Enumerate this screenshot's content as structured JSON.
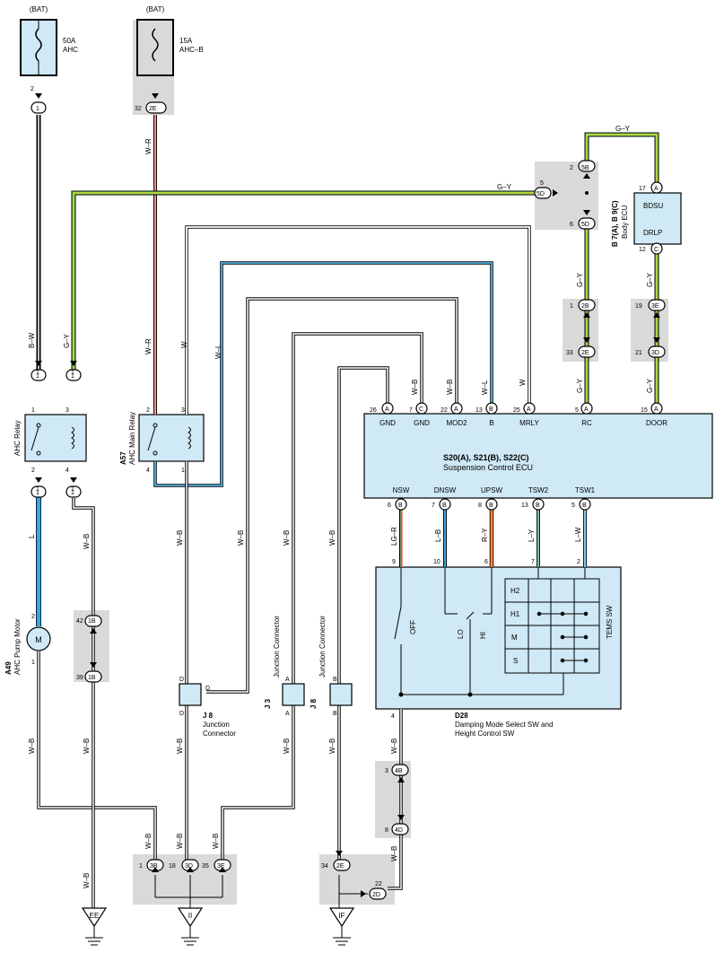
{
  "fuses": {
    "bat1": "(BAT)",
    "f1_rating": "50A",
    "f1_name": "AHC",
    "bat2": "(BAT)",
    "f2_rating": "15A",
    "f2_name": "AHC–B"
  },
  "pins": {
    "p2": "2",
    "p1": "1",
    "p32": "32",
    "c2E": "2E",
    "p3": "3",
    "p4": "4",
    "p5": "5",
    "p6": "6",
    "p7": "7",
    "p8": "8",
    "p9": "9",
    "p10": "10",
    "p12": "12",
    "p13": "13",
    "p15": "15",
    "p17": "17",
    "p18": "18",
    "p19": "19",
    "p21": "21",
    "p22": "22",
    "p25": "25",
    "p26": "26",
    "p33": "33",
    "p34": "34",
    "p35": "35",
    "p39": "39",
    "p42": "42",
    "cA": "A",
    "cB": "B",
    "cC": "C",
    "cD": "D",
    "c5B": "5B",
    "c5D": "5D",
    "c2B": "2B",
    "c3E": "3E",
    "c3D": "3D",
    "c1B": "1B",
    "c3B": "3B",
    "c4B": "4B",
    "c4D": "4D",
    "c2D": "2D",
    "c1": "1"
  },
  "wires": {
    "WR": "W–R",
    "GY": "G–Y",
    "BW": "B–W",
    "W": "W",
    "WB": "W–B",
    "WL": "W–L",
    "L": "L",
    "LGR": "LG–R",
    "LB": "L–B",
    "RY": "R–Y",
    "LY": "L–Y",
    "LW": "L–W"
  },
  "relays": {
    "ahc": "AHC Relay",
    "a57_code": "A57",
    "a57_name": "AHC Main Relay"
  },
  "ecu": {
    "title": "S20(A), S21(B), S22(C)",
    "subtitle": "Suspension Control ECU",
    "top_pins": [
      "GND",
      "GND",
      "MOD2",
      "B",
      "MRLY",
      "RC",
      "DOOR"
    ],
    "bottom_pins": [
      "NSW",
      "DNSW",
      "UPSW",
      "TSW2",
      "TSW1"
    ]
  },
  "body_ecu": {
    "code": "B 7(A), B 9(C)",
    "name": "Body ECU",
    "bdsu": "BDSU",
    "drlp": "DRLP"
  },
  "motor": {
    "code": "A49",
    "name": "AHC Pump Motor",
    "symbol": "M"
  },
  "junctions": {
    "j8_code": "J 8",
    "j8_name1": "Junction",
    "j8_name2": "Connector",
    "j3_code": "J 3",
    "jc_vertical": "Junction Connector"
  },
  "d28": {
    "code": "D28",
    "name1": "Damping Mode Select SW and",
    "name2": "Height Control SW",
    "off": "OFF",
    "lo": "LO",
    "hi": "HI",
    "tems": "TEMS SW",
    "rows": [
      "H2",
      "H1",
      "M",
      "S"
    ]
  },
  "grounds": {
    "EE": "EE",
    "II": "II",
    "IF": "IF"
  }
}
